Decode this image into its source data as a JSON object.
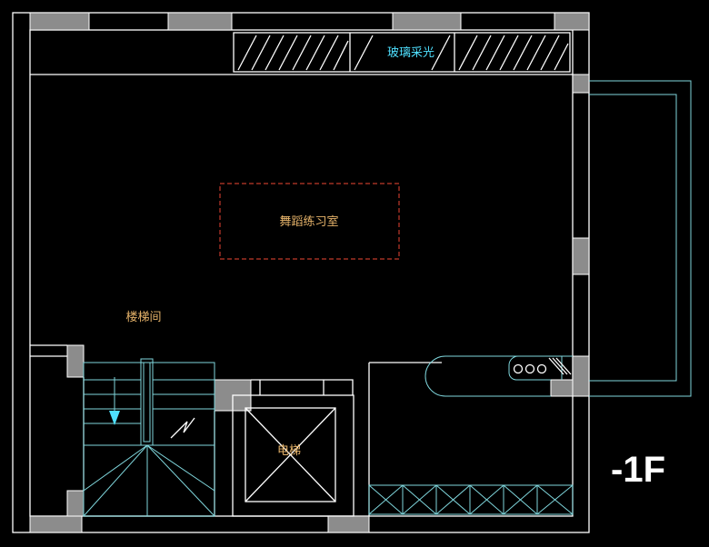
{
  "plan": {
    "floor_label": "-1F",
    "rooms": {
      "dance_room": "舞蹈练习室",
      "stairwell": "楼梯间",
      "elevator": "电梯",
      "glass_skylight": "玻璃采光"
    },
    "colors": {
      "background": "#000000",
      "walls": "#ffffff",
      "fixtures": "#7fd6dc",
      "columns": "#8c8c8c",
      "room_labels": "#e6b36a",
      "skylight_label": "#4fe0ff",
      "dashed_zone": "#c0392b"
    }
  }
}
